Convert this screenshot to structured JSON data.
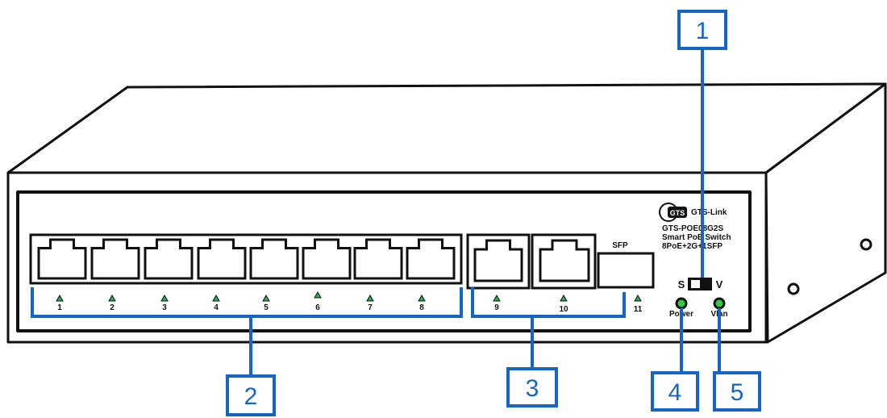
{
  "device": {
    "brand": "GTS-Link",
    "logo_text": "GTS",
    "model": "GTS-POE08G2S",
    "description": "Smart PoE Switch",
    "spec": "8PoE+2G+1SFP"
  },
  "ports": {
    "poe": [
      "1",
      "2",
      "3",
      "4",
      "5",
      "6",
      "7",
      "8"
    ],
    "uplink": [
      "9",
      "10"
    ],
    "sfp_label": "SFP",
    "sfp_number": "11"
  },
  "switch": {
    "left_label": "S",
    "right_label": "V"
  },
  "leds": {
    "power_label": "Power",
    "vlan_label": "Vlan"
  },
  "callouts": [
    "1",
    "2",
    "3",
    "4",
    "5"
  ],
  "colors": {
    "callout": "#1566c4",
    "led_triangle": "#22b14c",
    "led_dot": "#2ecc40",
    "outline": "#111111"
  }
}
